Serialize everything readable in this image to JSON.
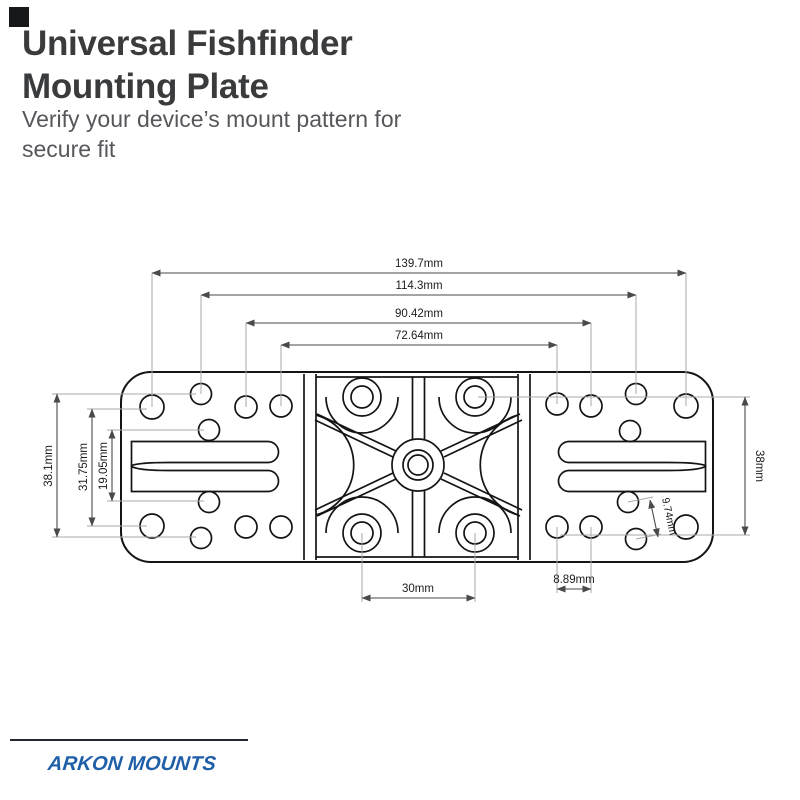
{
  "header": {
    "title": "Universal Fishfinder Mounting Plate",
    "title_line1": "Universal Fishfinder",
    "title_line2": "Mounting Plate",
    "subtitle": "Verify your device’s mount pattern for secure fit"
  },
  "drawing": {
    "type": "technical-drawing",
    "subject": "universal fishfinder mounting plate hole pattern",
    "units": "mm",
    "labels": {
      "width_overall": "139.7mm",
      "width_2": "114.3mm",
      "width_3": "90.42mm",
      "width_4": "72.64mm",
      "height_left_overall": "38.1mm",
      "height_left_2": "31.75mm",
      "height_left_3": "19.05mm",
      "height_right": "38mm",
      "diagonal_offset": "9.74mm",
      "bottom_center": "30mm",
      "bottom_right": "8.89mm"
    }
  },
  "footer": {
    "brand": "ARKON MOUNTS",
    "brand_color": "#1e5fa8"
  }
}
